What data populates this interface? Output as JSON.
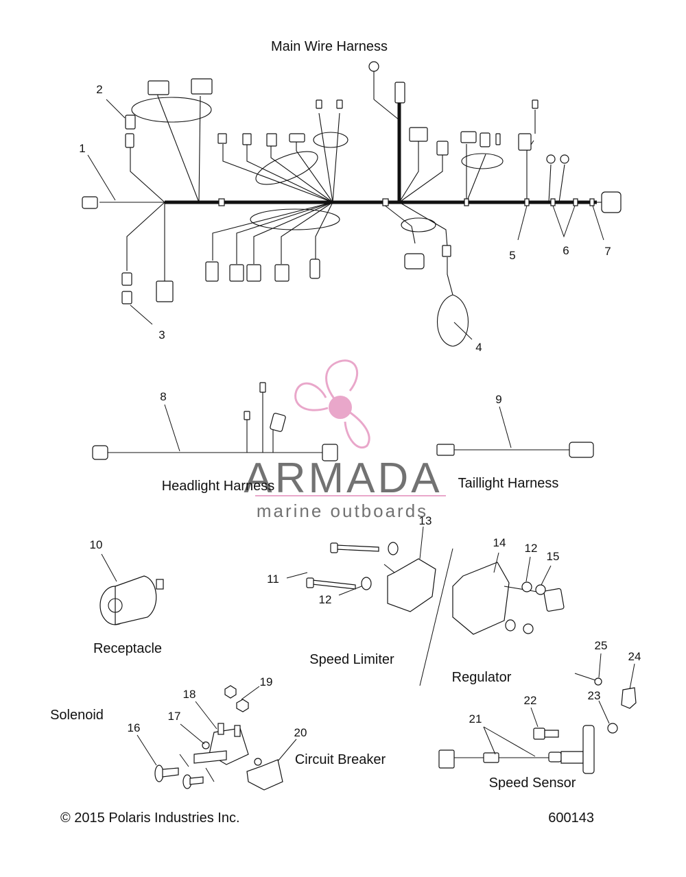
{
  "titles": {
    "main_harness": "Main Wire Harness",
    "headlight": "Headlight Harness",
    "taillight": "Taillight Harness",
    "receptacle": "Receptacle",
    "speed_limiter": "Speed Limiter",
    "regulator": "Regulator",
    "solenoid": "Solenoid",
    "circuit_breaker": "Circuit Breaker",
    "speed_sensor": "Speed Sensor"
  },
  "callouts": {
    "c1": "1",
    "c2": "2",
    "c3": "3",
    "c4": "4",
    "c5": "5",
    "c6": "6",
    "c7": "7",
    "c8": "8",
    "c9": "9",
    "c10": "10",
    "c11": "11",
    "c12a": "12",
    "c12b": "12",
    "c13": "13",
    "c14": "14",
    "c15": "15",
    "c16": "16",
    "c17": "17",
    "c18": "18",
    "c19": "19",
    "c20": "20",
    "c21": "21",
    "c22": "22",
    "c23": "23",
    "c24": "24",
    "c25": "25"
  },
  "watermark": {
    "brand": "ARMADA",
    "tagline": "marine outboards",
    "accent_color": "#e8a3c8",
    "text_color": "#6b6b6b"
  },
  "footer": {
    "copyright": "© 2015 Polaris Industries Inc.",
    "part_number": "600143"
  }
}
